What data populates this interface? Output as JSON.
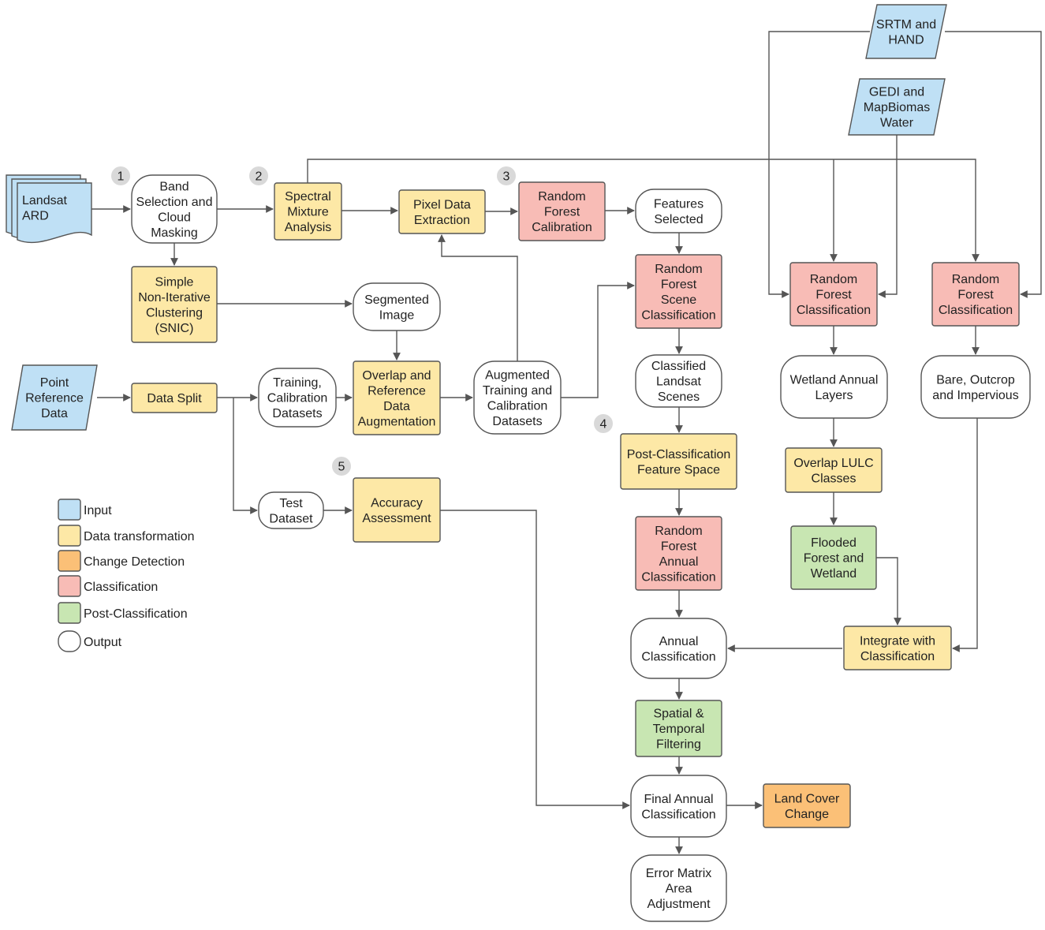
{
  "colors": {
    "input": "#bfe0f5",
    "transform": "#fde8a6",
    "change": "#fbc077",
    "classification": "#f8bcb6",
    "post": "#c8e6b2",
    "output": "#ffffff",
    "badge": "#d9d9d9",
    "stroke": "#555555"
  },
  "legend": [
    {
      "category": "input",
      "label": "Input"
    },
    {
      "category": "transform",
      "label": "Data transformation"
    },
    {
      "category": "change",
      "label": "Change Detection"
    },
    {
      "category": "classification",
      "label": "Classification"
    },
    {
      "category": "post",
      "label": "Post-Classification"
    },
    {
      "category": "output",
      "label": "Output"
    }
  ],
  "badges": [
    "1",
    "2",
    "3",
    "4",
    "5"
  ],
  "nodes": [
    {
      "id": "landsat-ard",
      "category": "input",
      "lines": [
        "Landsat",
        "ARD"
      ]
    },
    {
      "id": "band-selection",
      "category": "output",
      "lines": [
        "Band",
        "Selection and",
        "Cloud",
        "Masking"
      ]
    },
    {
      "id": "spectral-mixture",
      "category": "transform",
      "lines": [
        "Spectral",
        "Mixture",
        "Analysis"
      ]
    },
    {
      "id": "pixel-data-extraction",
      "category": "transform",
      "lines": [
        "Pixel Data",
        "Extraction"
      ]
    },
    {
      "id": "rf-calibration",
      "category": "classification",
      "lines": [
        "Random",
        "Forest",
        "Calibration"
      ]
    },
    {
      "id": "features-selected",
      "category": "output",
      "lines": [
        "Features",
        "Selected"
      ]
    },
    {
      "id": "snic",
      "category": "transform",
      "lines": [
        "Simple",
        "Non-Iterative",
        "Clustering",
        "(SNIC)"
      ]
    },
    {
      "id": "segmented-image",
      "category": "output",
      "lines": [
        "Segmented",
        "Image"
      ]
    },
    {
      "id": "rf-scene-classification",
      "category": "classification",
      "lines": [
        "Random",
        "Forest",
        "Scene",
        "Classification"
      ]
    },
    {
      "id": "point-reference",
      "category": "input",
      "lines": [
        "Point",
        "Reference",
        "Data"
      ]
    },
    {
      "id": "data-split",
      "category": "transform",
      "lines": [
        "Data Split"
      ]
    },
    {
      "id": "training-calibration",
      "category": "output",
      "lines": [
        "Training,",
        "Calibration",
        "Datasets"
      ]
    },
    {
      "id": "overlap-augmentation",
      "category": "transform",
      "lines": [
        "Overlap and",
        "Reference",
        "Data",
        "Augmentation"
      ]
    },
    {
      "id": "augmented-training",
      "category": "output",
      "lines": [
        "Augmented",
        "Training and",
        "Calibration",
        "Datasets"
      ]
    },
    {
      "id": "classified-scenes",
      "category": "output",
      "lines": [
        "Classified",
        "Landsat",
        "Scenes"
      ]
    },
    {
      "id": "post-classification-features",
      "category": "transform",
      "lines": [
        "Post-Classification",
        "Feature Space"
      ]
    },
    {
      "id": "test-dataset",
      "category": "output",
      "lines": [
        "Test",
        "Dataset"
      ]
    },
    {
      "id": "accuracy-assessment",
      "category": "transform",
      "lines": [
        "Accuracy",
        "Assessment"
      ]
    },
    {
      "id": "rf-annual-classification",
      "category": "classification",
      "lines": [
        "Random",
        "Forest",
        "Annual",
        "Classification"
      ]
    },
    {
      "id": "srtm-hand",
      "category": "input",
      "lines": [
        "SRTM and",
        "HAND"
      ]
    },
    {
      "id": "gedi-mapbiomas",
      "category": "input",
      "lines": [
        "GEDI and",
        "MapBiomas",
        "Water"
      ]
    },
    {
      "id": "rf-wetland-classification",
      "category": "classification",
      "lines": [
        "Random",
        "Forest",
        "Classification"
      ]
    },
    {
      "id": "rf-bare-classification",
      "category": "classification",
      "lines": [
        "Random",
        "Forest",
        "Classification"
      ]
    },
    {
      "id": "wetland-layers",
      "category": "output",
      "lines": [
        "Wetland Annual",
        "Layers"
      ]
    },
    {
      "id": "bare-outcrop",
      "category": "output",
      "lines": [
        "Bare, Outcrop",
        "and Impervious"
      ]
    },
    {
      "id": "overlap-lulc",
      "category": "transform",
      "lines": [
        "Overlap LULC",
        "Classes"
      ]
    },
    {
      "id": "flooded-forest",
      "category": "post",
      "lines": [
        "Flooded",
        "Forest and",
        "Wetland"
      ]
    },
    {
      "id": "integrate-classification",
      "category": "transform",
      "lines": [
        "Integrate with",
        "Classification"
      ]
    },
    {
      "id": "annual-classification",
      "category": "output",
      "lines": [
        "Annual",
        "Classification"
      ]
    },
    {
      "id": "spatial-temporal",
      "category": "post",
      "lines": [
        "Spatial &",
        "Temporal",
        "Filtering"
      ]
    },
    {
      "id": "final-annual",
      "category": "output",
      "lines": [
        "Final Annual",
        "Classification"
      ]
    },
    {
      "id": "land-cover-change",
      "category": "change",
      "lines": [
        "Land Cover",
        "Change"
      ]
    },
    {
      "id": "error-matrix",
      "category": "output",
      "lines": [
        "Error Matrix",
        "Area",
        "Adjustment"
      ]
    }
  ]
}
